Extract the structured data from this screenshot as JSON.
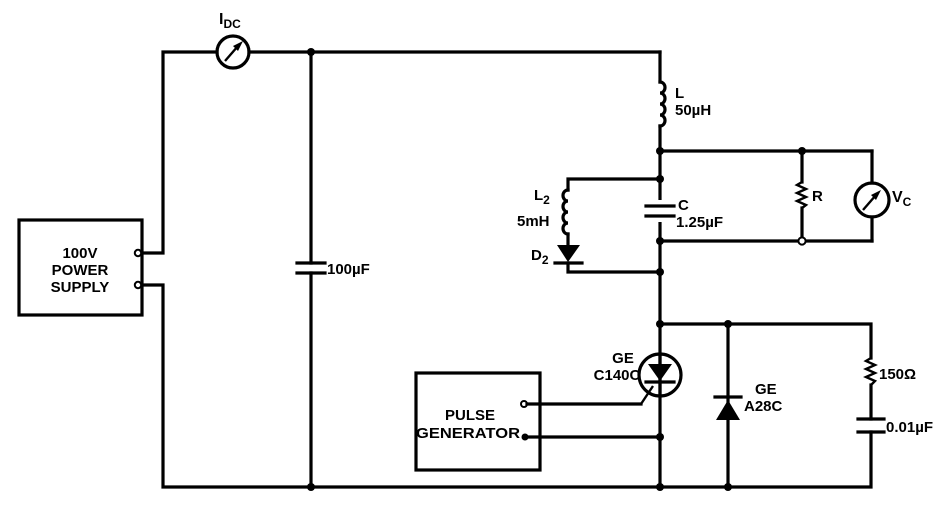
{
  "diagram": {
    "type": "circuit-schematic",
    "components": {
      "power_supply": {
        "line1": "100V",
        "line2": "POWER",
        "line3": "SUPPLY"
      },
      "dc_ammeter": {
        "label_main": "I",
        "label_sub": "DC"
      },
      "filter_cap": {
        "value": "100µF"
      },
      "inductor_l": {
        "name": "L",
        "value": "50µH"
      },
      "inductor_l2": {
        "name_main": "L",
        "name_sub": "2",
        "value": "5mH"
      },
      "diode_d2": {
        "name_main": "D",
        "name_sub": "2"
      },
      "capacitor_c": {
        "name": "C",
        "value": "1.25µF"
      },
      "resistor_r": {
        "name": "R"
      },
      "voltmeter": {
        "label_main": "V",
        "label_sub": "C"
      },
      "scr": {
        "make": "GE",
        "part": "C140C"
      },
      "diode_a28c": {
        "make": "GE",
        "part": "A28C"
      },
      "snubber_resistor": {
        "value": "150Ω"
      },
      "snubber_cap": {
        "value": "0.01µF"
      },
      "pulse_generator": {
        "line1": "PULSE",
        "line2": "GENERATOR"
      }
    }
  }
}
